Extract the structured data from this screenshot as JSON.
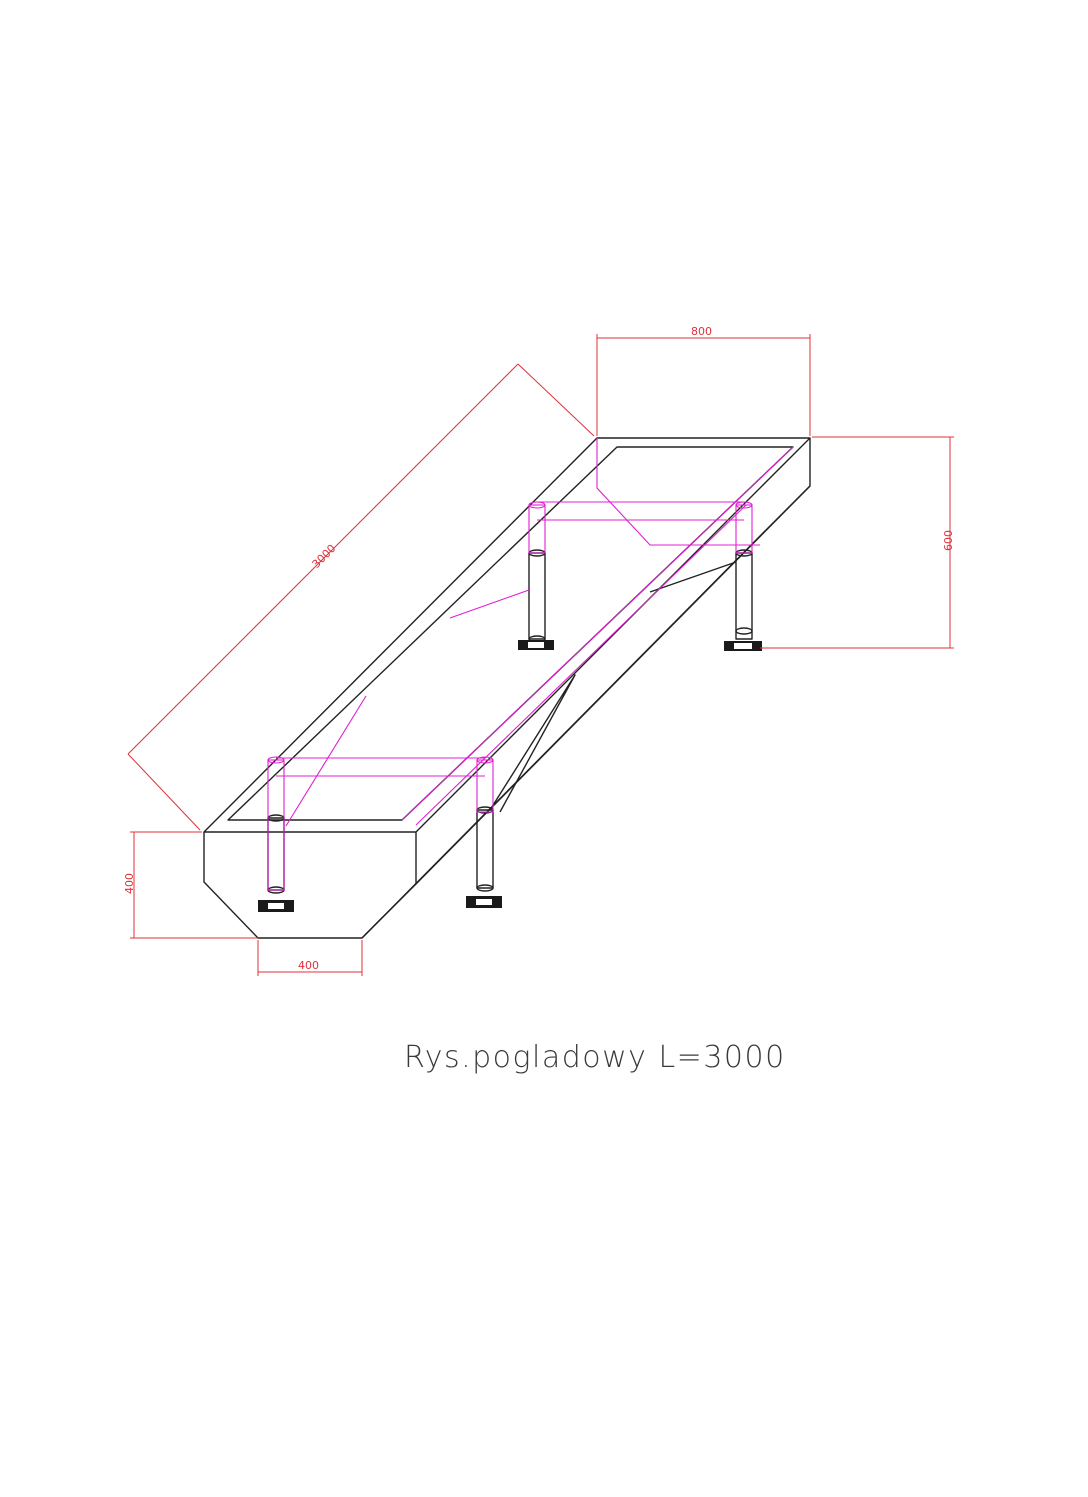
{
  "drawing": {
    "caption": "Rys.pogladowy L=3000",
    "dimensions": {
      "length": "3000",
      "top_width": "800",
      "height": "600",
      "side_height": "400",
      "bottom_width": "400"
    },
    "colors": {
      "outline": "#222222",
      "hidden": "#e020d0",
      "dimension": "#e0303a"
    }
  }
}
